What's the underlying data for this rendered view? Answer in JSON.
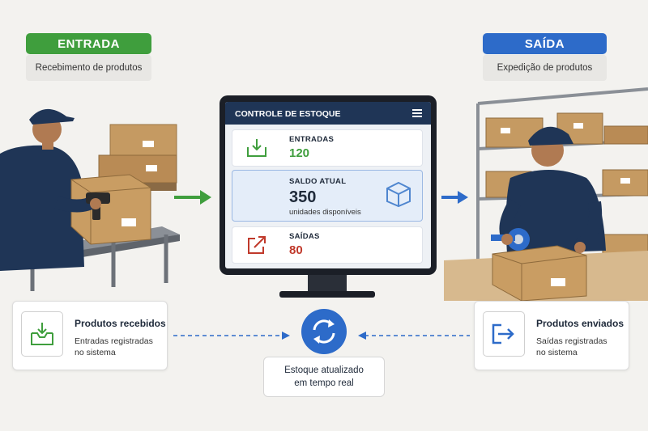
{
  "entrada": {
    "title": "ENTRADA",
    "subtitle": "Recebimento de produtos",
    "color": "#3f9e3d"
  },
  "saida": {
    "title": "SAÍDA",
    "subtitle": "Expedição de produtos",
    "color": "#2d6bc9"
  },
  "screen": {
    "title": "CONTROLE DE ESTOQUE",
    "entradas": {
      "label": "ENTRADAS",
      "value": "120",
      "color": "#3f9e3d",
      "icon": "download-tray-icon"
    },
    "saldo": {
      "label": "SALDO ATUAL",
      "value": "350",
      "caption": "unidades disponíveis",
      "icon": "box-icon"
    },
    "saidas": {
      "label": "SAÍDAS",
      "value": "80",
      "color": "#c0392b",
      "icon": "export-icon"
    }
  },
  "cards": {
    "received": {
      "title": "Produtos recebidos",
      "line1": "Entradas registradas",
      "line2": "no sistema",
      "icon": "inbox-download-icon"
    },
    "sent": {
      "title": "Produtos enviados",
      "line1": "Saídas registradas",
      "line2": "no sistema",
      "icon": "export-arrow-icon"
    }
  },
  "sync": {
    "icon": "sync-icon",
    "line1": "Estoque atualizado",
    "line2": "em tempo real",
    "color": "#2d6bc9"
  }
}
